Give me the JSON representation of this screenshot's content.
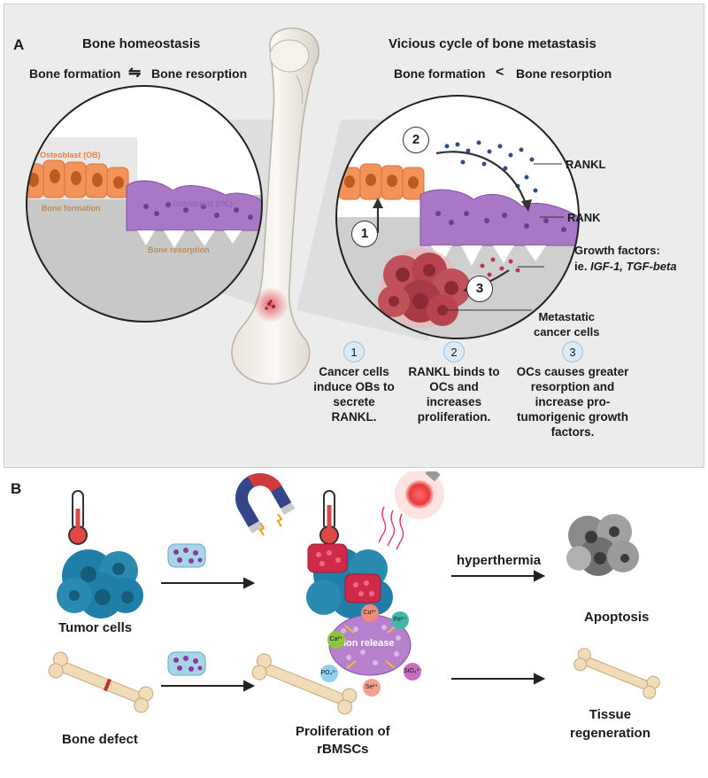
{
  "panel_a": {
    "letter": "A",
    "homeostasis": {
      "title": "Bone homeostasis",
      "formation": "Bone formation",
      "symbol": "⇋",
      "resorption": "Bone resorption",
      "osteoblast_label": "Osteoblast (OB)",
      "osteoclast_label": "Osteoclast (OC)",
      "formation_small": "Bone formation",
      "resorption_small": "Bone resorption"
    },
    "metastasis": {
      "title": "Vicious cycle of bone metastasis",
      "formation": "Bone formation",
      "symbol": "<",
      "resorption": "Bone resorption",
      "rankl": "RANKL",
      "rank": "RANK",
      "growth_factors_line1": "Growth factors:",
      "growth_factors_prefix": "ie. ",
      "growth_factors_italic": "IGF-1, TGF-beta",
      "cancer_cells": "Metastatic\ncancer cells",
      "circle_numbers": [
        "1",
        "2",
        "3"
      ]
    },
    "steps": [
      {
        "num": "1",
        "text": "Cancer cells induce OBs to secrete RANKL."
      },
      {
        "num": "2",
        "text": "RANKL binds to OCs and increases proliferation."
      },
      {
        "num": "3",
        "text": "OCs causes greater resorption and increase pro-tumorigenic growth factors."
      }
    ]
  },
  "panel_b": {
    "letter": "B",
    "tumor_cells": "Tumor cells",
    "hyperthermia": "hyperthermia",
    "apoptosis": "Apoptosis",
    "bone_defect": "Bone defect",
    "proliferation": "Proliferation of\nrBMSCs",
    "tissue_regeneration": "Tissue\nregeneration",
    "ion_release": "Ion release",
    "ions": [
      {
        "label": "Cu²⁺",
        "color": "#f08a7a"
      },
      {
        "label": "Fe³⁺",
        "color": "#3fb8a8"
      },
      {
        "label": "Ca²⁺",
        "color": "#8cc63f"
      },
      {
        "label": "PO₄³⁻",
        "color": "#8fd0f0"
      },
      {
        "label": "SiO₄⁴⁻",
        "color": "#c86ec0"
      },
      {
        "label": "Se²⁺",
        "color": "#f4a090"
      }
    ]
  },
  "colors": {
    "osteoblast": "#f2935a",
    "osteoclast": "#a877c6",
    "cancer": "#c0505a",
    "tumor_blue": "#2a8ab0",
    "panel_bg": "#ececec"
  }
}
